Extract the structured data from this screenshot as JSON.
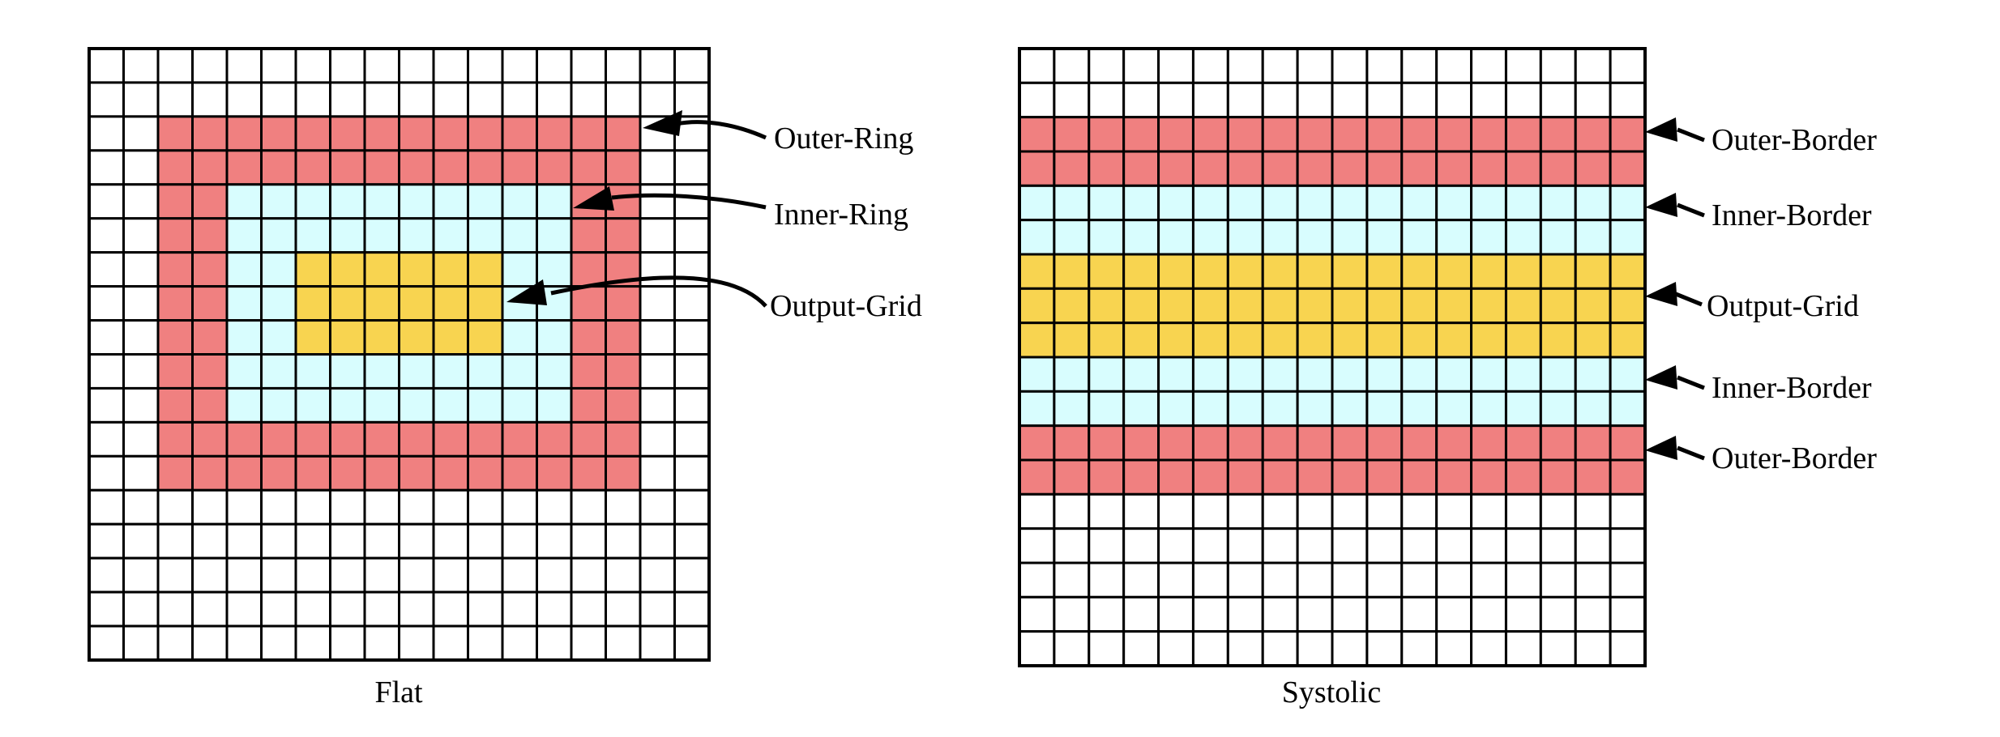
{
  "colors": {
    "outer": "#F08080",
    "inner": "#D8FDFE",
    "output": "#F8D450",
    "empty": "#FFFFFF",
    "line": "#000000"
  },
  "flat": {
    "caption": "Flat",
    "grid": {
      "columns": 18,
      "rows": 18
    },
    "regions": {
      "outer_ring": {
        "col_start": 2,
        "col_end": 15,
        "row_start": 2,
        "row_end": 12
      },
      "inner_ring": {
        "col_start": 4,
        "col_end": 13,
        "row_start": 4,
        "row_end": 10
      },
      "output_grid": {
        "col_start": 6,
        "col_end": 11,
        "row_start": 6,
        "row_end": 8
      }
    },
    "labels": {
      "outer": "Outer-Ring",
      "inner": "Inner-Ring",
      "output": "Output-Grid"
    }
  },
  "systolic": {
    "caption": "Systolic",
    "grid": {
      "columns": 18,
      "rows": 18
    },
    "bands": [
      {
        "kind": "outer",
        "row_start": 2,
        "row_end": 3
      },
      {
        "kind": "inner",
        "row_start": 4,
        "row_end": 5
      },
      {
        "kind": "output",
        "row_start": 6,
        "row_end": 8
      },
      {
        "kind": "inner",
        "row_start": 9,
        "row_end": 10
      },
      {
        "kind": "outer",
        "row_start": 11,
        "row_end": 12
      }
    ],
    "labels": {
      "outer_top": "Outer-Border",
      "inner_top": "Inner-Border",
      "output": "Output-Grid",
      "inner_bottom": "Inner-Border",
      "outer_bottom": "Outer-Border"
    }
  }
}
